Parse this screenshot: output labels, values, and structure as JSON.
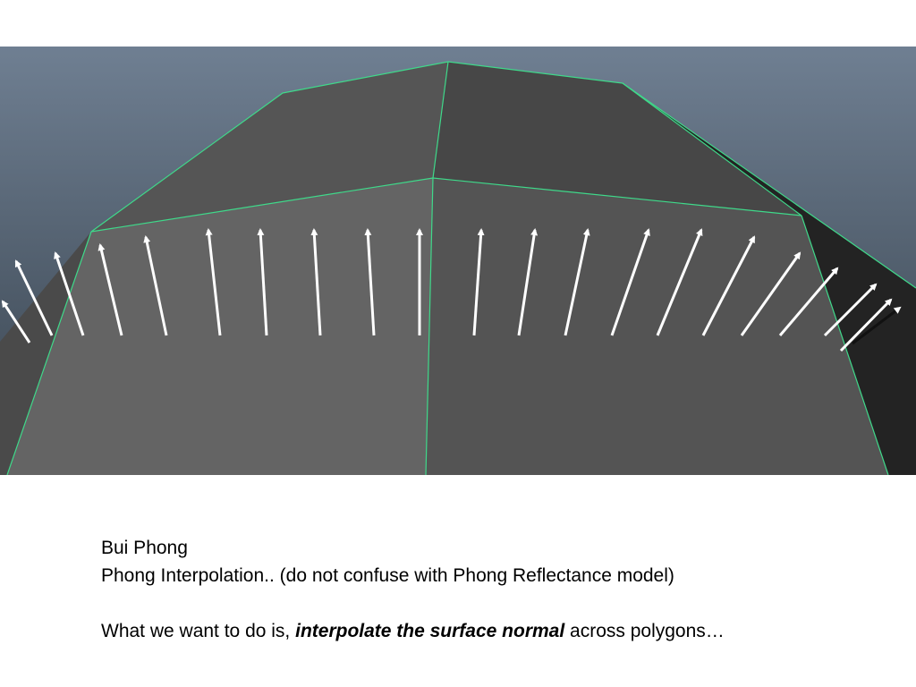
{
  "caption": {
    "line1": "Bui Phong",
    "line2": "Phong Interpolation.. (do not confuse with Phong Reflectance model)",
    "line3_start": "What we want to do is, ",
    "line3_emphasis": "interpolate the surface normal",
    "line3_end": " across polygons…"
  },
  "colors": {
    "sky_top": "#6f7f92",
    "sky_bottom": "#3f4b58",
    "edge": "#3fd98a",
    "arrow": "#ffffff",
    "upper_left_face": "#555555",
    "upper_right_face": "#474747",
    "lower_left_face": "#646464",
    "lower_right_face": "#545454",
    "far_right_face": "#232323"
  },
  "icons": [
    "surface-normal-arrow-icon"
  ]
}
